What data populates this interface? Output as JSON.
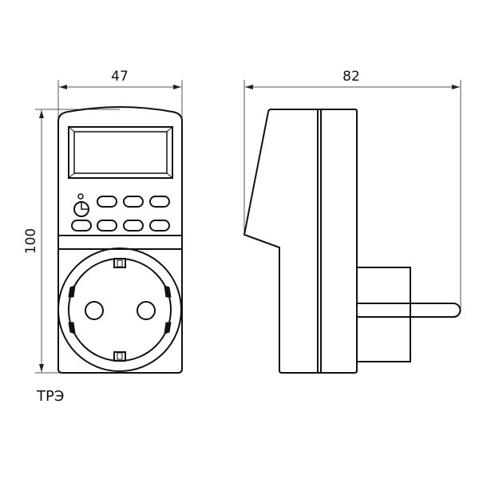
{
  "dimensions": {
    "width": "47",
    "depth": "82",
    "height": "100"
  },
  "model_label": "ТРЭ",
  "colors": {
    "line": "#111111",
    "dim_line": "#555555"
  }
}
